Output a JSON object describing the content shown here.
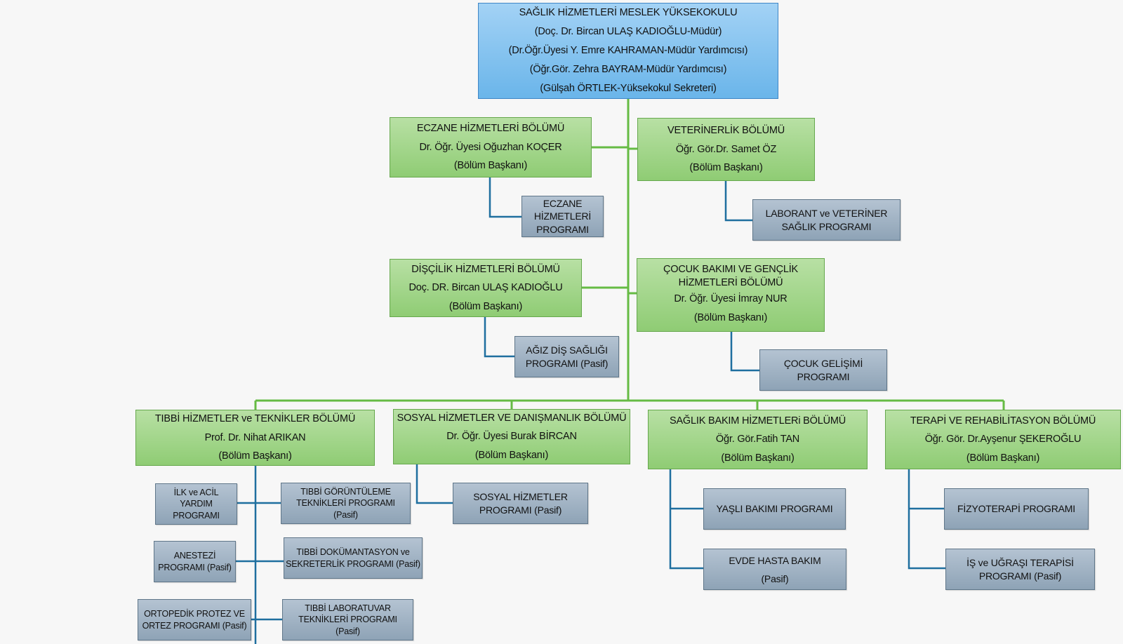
{
  "root": {
    "lines": [
      "SAĞLIK HİZMETLERİ MESLEK YÜKSEKOKULU",
      "(Doç. Dr. Bircan ULAŞ KADIOĞLU-Müdür)",
      "(Dr.Öğr.Üyesi Y.  Emre KAHRAMAN-Müdür Yardımcısı)",
      "(Öğr.Gör. Zehra BAYRAM-Müdür Yardımcısı)",
      "(Gülşah ÖRTLEK-Yüksekokul Sekreteri)"
    ]
  },
  "departments": [
    {
      "lines": [
        "ECZANE HİZMETLERİ BÖLÜMÜ",
        "Dr. Öğr. Üyesi Oğuzhan KOÇER",
        "(Bölüm Başkanı)"
      ]
    },
    {
      "lines": [
        "VETERİNERLİK BÖLÜMÜ",
        "Öğr. Gör.Dr. Samet ÖZ",
        "(Bölüm Başkanı)"
      ]
    },
    {
      "lines": [
        "DİŞÇİLİK HİZMETLERİ BÖLÜMÜ",
        "Doç. DR. Bircan ULAŞ KADIOĞLU",
        "(Bölüm Başkanı)"
      ]
    },
    {
      "lines": [
        "ÇOCUK BAKIMI VE GENÇLİK",
        "HİZMETLERİ BÖLÜMÜ",
        "Dr. Öğr. Üyesi İmray NUR",
        "(Bölüm Başkanı)"
      ]
    },
    {
      "lines": [
        "TIBBİ HİZMETLER ve TEKNİKLER BÖLÜMÜ",
        "Prof. Dr. Nihat ARIKAN",
        "(Bölüm Başkanı)"
      ]
    },
    {
      "lines": [
        "SOSYAL HİZMETLER VE DANIŞMANLIK BÖLÜMÜ",
        "Dr. Öğr. Üyesi Burak BİRCAN",
        "(Bölüm Başkanı)"
      ]
    },
    {
      "lines": [
        "SAĞLIK BAKIM HİZMETLERi BÖLÜMÜ",
        "Öğr. Gör.Fatih TAN",
        "(Bölüm Başkanı)"
      ]
    },
    {
      "lines": [
        "TERAPİ VE REHABİLİTASYON BÖLÜMÜ",
        "Öğr. Gör. Dr.Ayşenur ŞEKEROĞLU",
        "(Bölüm Başkanı)"
      ]
    }
  ],
  "programs": [
    {
      "lines": [
        "ECZANE",
        "HİZMETLERİ",
        "PROGRAMI"
      ]
    },
    {
      "lines": [
        "LABORANT ve VETERİNER",
        "SAĞLIK PROGRAMI"
      ]
    },
    {
      "lines": [
        "AĞIZ DİŞ SAĞLIĞI",
        "PROGRAMI (Pasif)"
      ]
    },
    {
      "lines": [
        "ÇOCUK GELİŞİMİ",
        "PROGRAMI"
      ]
    },
    {
      "lines": [
        "İLK ve ACİL",
        "YARDIM",
        "PROGRAMI"
      ]
    },
    {
      "lines": [
        "TIBBİ GÖRÜNTÜLEME",
        "TEKNİKLERİ  PROGRAMI",
        "(Pasif)"
      ]
    },
    {
      "lines": [
        "ANESTEZİ",
        "PROGRAMI (Pasif)"
      ]
    },
    {
      "lines": [
        "TIBBİ DOKÜMANTASYON ve",
        "SEKRETERLİK PROGRAMI (Pasif)"
      ]
    },
    {
      "lines": [
        "ORTOPEDİK PROTEZ VE",
        "ORTEZ PROGRAMI (Pasif)"
      ]
    },
    {
      "lines": [
        "TIBBİ LABORATUVAR",
        "TEKNİKLERİ  PROGRAMI",
        "(Pasif)"
      ]
    },
    {
      "lines": [
        "SOSYAL HİZMETLER",
        "PROGRAMI (Pasif)"
      ]
    },
    {
      "lines": [
        "YAŞLI BAKIMI PROGRAMI"
      ]
    },
    {
      "lines": [
        "EVDE HASTA BAKIM",
        "(Pasif)"
      ]
    },
    {
      "lines": [
        "FİZYOTERAPİ PROGRAMI"
      ]
    },
    {
      "lines": [
        "İŞ ve UĞRAŞI TERAPİSİ",
        "PROGRAMI (Pasif)"
      ]
    }
  ],
  "colors": {
    "root_fill": "#8cc6f0",
    "department_fill": "#a5d68c",
    "program_fill": "#a0b3c5",
    "connector_green": "#66bb44",
    "connector_blue": "#1f6f9f",
    "background": "#f7f7f7"
  }
}
